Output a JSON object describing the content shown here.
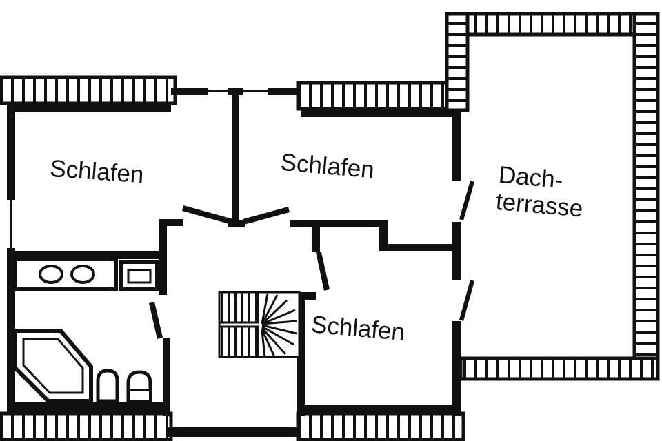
{
  "rooms": {
    "bed1": "Schlafen",
    "bed2": "Schlafen",
    "bed3": "Schlafen"
  },
  "terrace": {
    "line1": "Dach-",
    "line2": "terrasse"
  },
  "colors": {
    "wall": "#111111",
    "background": "#ffffff"
  }
}
